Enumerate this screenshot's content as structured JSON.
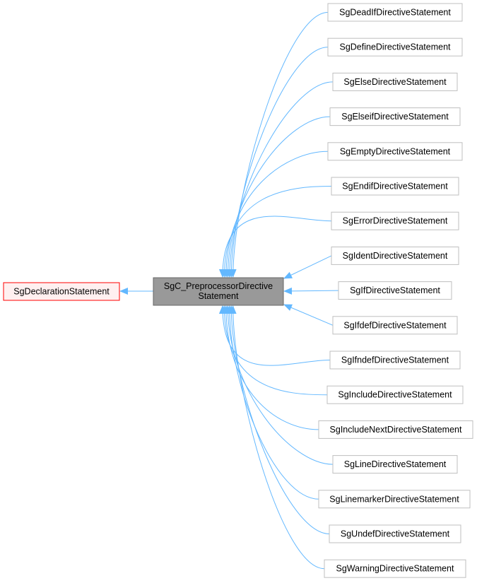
{
  "diagram": {
    "colors": {
      "edge": "#63b8ff",
      "node_border": "#bfbfbf",
      "node_fill": "#ffffff",
      "focus_fill": "#999999",
      "focus_border": "#666666",
      "base_border": "#ff0000",
      "base_fill": "#fff0f0"
    },
    "base": {
      "label": "SgDeclarationStatement"
    },
    "focus": {
      "label_line1": "SgC_PreprocessorDirective",
      "label_line2": "Statement"
    },
    "children": [
      {
        "label": "SgDeadIfDirectiveStatement"
      },
      {
        "label": "SgDefineDirectiveStatement"
      },
      {
        "label": "SgElseDirectiveStatement"
      },
      {
        "label": "SgElseifDirectiveStatement"
      },
      {
        "label": "SgEmptyDirectiveStatement"
      },
      {
        "label": "SgEndifDirectiveStatement"
      },
      {
        "label": "SgErrorDirectiveStatement"
      },
      {
        "label": "SgIdentDirectiveStatement"
      },
      {
        "label": "SgIfDirectiveStatement"
      },
      {
        "label": "SgIfdefDirectiveStatement"
      },
      {
        "label": "SgIfndefDirectiveStatement"
      },
      {
        "label": "SgIncludeDirectiveStatement"
      },
      {
        "label": "SgIncludeNextDirectiveStatement"
      },
      {
        "label": "SgLineDirectiveStatement"
      },
      {
        "label": "SgLinemarkerDirectiveStatement"
      },
      {
        "label": "SgUndefDirectiveStatement"
      },
      {
        "label": "SgWarningDirectiveStatement"
      }
    ]
  }
}
